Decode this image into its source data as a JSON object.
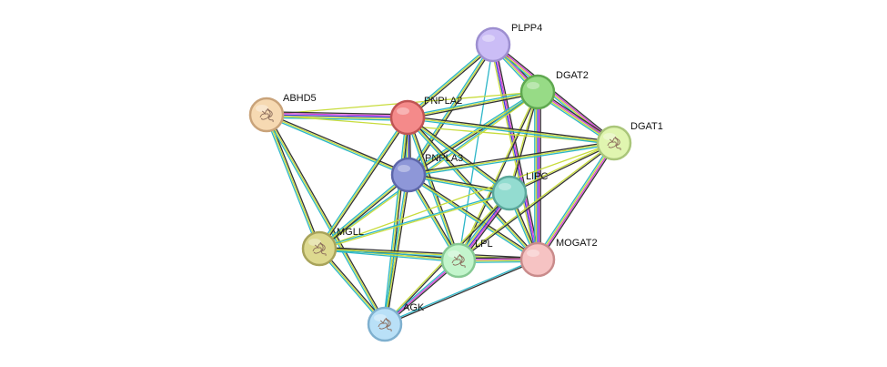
{
  "network": {
    "nodes": [
      {
        "id": "PLPP4",
        "label": "PLPP4",
        "fill": "#cbbdf6",
        "stroke": "#9d8fd0",
        "icon": "none"
      },
      {
        "id": "DGAT2",
        "label": "DGAT2",
        "fill": "#97db86",
        "stroke": "#5fa84f",
        "icon": "none"
      },
      {
        "id": "ABHD5",
        "label": "ABHD5",
        "fill": "#f6d9b2",
        "stroke": "#c9a37a",
        "icon": "protein-structure-icon"
      },
      {
        "id": "PNPLA2",
        "label": "PNPLA2",
        "fill": "#f48a8a",
        "stroke": "#c05454",
        "icon": "none"
      },
      {
        "id": "DGAT1",
        "label": "DGAT1",
        "fill": "#e0f5b0",
        "stroke": "#aac67a",
        "icon": "protein-structure-icon"
      },
      {
        "id": "PNPLA3",
        "label": "PNPLA3",
        "fill": "#8e97d8",
        "stroke": "#5c66aa",
        "icon": "none"
      },
      {
        "id": "LIPC",
        "label": "LIPC",
        "fill": "#93dcd0",
        "stroke": "#5aa89b",
        "icon": "none"
      },
      {
        "id": "MGLL",
        "label": "MGLL",
        "fill": "#ddd98f",
        "stroke": "#a8a35a",
        "icon": "protein-structure-icon"
      },
      {
        "id": "LPL",
        "label": "LPL",
        "fill": "#c3f5cc",
        "stroke": "#86c993",
        "icon": "protein-structure-icon"
      },
      {
        "id": "MOGAT2",
        "label": "MOGAT2",
        "fill": "#f6c3c3",
        "stroke": "#c98b8b",
        "icon": "none"
      },
      {
        "id": "AGK",
        "label": "AGK",
        "fill": "#b9e0f7",
        "stroke": "#7fb0cf",
        "icon": "protein-structure-icon"
      }
    ],
    "edges": [
      {
        "a": "PLPP4",
        "b": "DGAT2",
        "types": [
          "black",
          "magenta",
          "yellow",
          "cyan"
        ]
      },
      {
        "a": "PLPP4",
        "b": "DGAT1",
        "types": [
          "black",
          "magenta",
          "yellow",
          "cyan"
        ]
      },
      {
        "a": "PLPP4",
        "b": "PNPLA2",
        "types": [
          "black",
          "yellow",
          "cyan"
        ]
      },
      {
        "a": "PLPP4",
        "b": "PNPLA3",
        "types": [
          "black",
          "yellow",
          "cyan"
        ]
      },
      {
        "a": "PLPP4",
        "b": "MOGAT2",
        "types": [
          "black",
          "magenta",
          "blue",
          "yellow"
        ]
      },
      {
        "a": "PLPP4",
        "b": "LPL",
        "types": [
          "cyan"
        ]
      },
      {
        "a": "DGAT2",
        "b": "DGAT1",
        "types": [
          "black",
          "magenta",
          "yellow",
          "cyan"
        ]
      },
      {
        "a": "DGAT2",
        "b": "PNPLA2",
        "types": [
          "black",
          "yellow",
          "cyan"
        ]
      },
      {
        "a": "DGAT2",
        "b": "PNPLA3",
        "types": [
          "black",
          "yellow",
          "cyan"
        ]
      },
      {
        "a": "DGAT2",
        "b": "MOGAT2",
        "types": [
          "black",
          "magenta",
          "blue",
          "yellow",
          "cyan"
        ]
      },
      {
        "a": "DGAT2",
        "b": "LIPC",
        "types": [
          "black",
          "yellow"
        ]
      },
      {
        "a": "DGAT2",
        "b": "LPL",
        "types": [
          "black",
          "yellow"
        ]
      },
      {
        "a": "DGAT2",
        "b": "ABHD5",
        "types": [
          "yellow"
        ]
      },
      {
        "a": "DGAT2",
        "b": "MGLL",
        "types": [
          "yellow",
          "cyan"
        ]
      },
      {
        "a": "ABHD5",
        "b": "PNPLA2",
        "types": [
          "black",
          "magenta",
          "blue",
          "yellow",
          "cyan"
        ]
      },
      {
        "a": "ABHD5",
        "b": "PNPLA3",
        "types": [
          "black",
          "yellow",
          "cyan"
        ]
      },
      {
        "a": "ABHD5",
        "b": "MGLL",
        "types": [
          "black",
          "yellow",
          "cyan"
        ]
      },
      {
        "a": "ABHD5",
        "b": "AGK",
        "types": [
          "black",
          "yellow",
          "cyan"
        ]
      },
      {
        "a": "ABHD5",
        "b": "DGAT1",
        "types": [
          "yellow"
        ]
      },
      {
        "a": "PNPLA2",
        "b": "PNPLA3",
        "types": [
          "black",
          "blue",
          "yellow",
          "cyan"
        ]
      },
      {
        "a": "PNPLA2",
        "b": "DGAT1",
        "types": [
          "black",
          "yellow",
          "cyan"
        ]
      },
      {
        "a": "PNPLA2",
        "b": "LIPC",
        "types": [
          "black",
          "yellow",
          "cyan"
        ]
      },
      {
        "a": "PNPLA2",
        "b": "MOGAT2",
        "types": [
          "black",
          "yellow",
          "cyan"
        ]
      },
      {
        "a": "PNPLA2",
        "b": "LPL",
        "types": [
          "black",
          "yellow",
          "cyan"
        ]
      },
      {
        "a": "PNPLA2",
        "b": "MGLL",
        "types": [
          "black",
          "yellow",
          "cyan"
        ]
      },
      {
        "a": "PNPLA2",
        "b": "AGK",
        "types": [
          "black",
          "yellow",
          "cyan"
        ]
      },
      {
        "a": "PNPLA3",
        "b": "DGAT1",
        "types": [
          "black",
          "yellow",
          "cyan"
        ]
      },
      {
        "a": "PNPLA3",
        "b": "LIPC",
        "types": [
          "black",
          "yellow",
          "cyan"
        ]
      },
      {
        "a": "PNPLA3",
        "b": "LPL",
        "types": [
          "black",
          "yellow",
          "cyan"
        ]
      },
      {
        "a": "PNPLA3",
        "b": "MOGAT2",
        "types": [
          "black",
          "yellow",
          "cyan"
        ]
      },
      {
        "a": "PNPLA3",
        "b": "MGLL",
        "types": [
          "black",
          "yellow",
          "cyan"
        ]
      },
      {
        "a": "PNPLA3",
        "b": "AGK",
        "types": [
          "black",
          "yellow",
          "cyan"
        ]
      },
      {
        "a": "DGAT1",
        "b": "MOGAT2",
        "types": [
          "black",
          "magenta",
          "yellow",
          "cyan"
        ]
      },
      {
        "a": "DGAT1",
        "b": "LIPC",
        "types": [
          "black",
          "yellow"
        ]
      },
      {
        "a": "DGAT1",
        "b": "LPL",
        "types": [
          "black",
          "yellow"
        ]
      },
      {
        "a": "DGAT1",
        "b": "MGLL",
        "types": [
          "yellow"
        ]
      },
      {
        "a": "LIPC",
        "b": "LPL",
        "types": [
          "black",
          "magenta",
          "blue",
          "yellow",
          "cyan"
        ]
      },
      {
        "a": "LIPC",
        "b": "MOGAT2",
        "types": [
          "black",
          "yellow",
          "cyan"
        ]
      },
      {
        "a": "LIPC",
        "b": "MGLL",
        "types": [
          "yellow",
          "cyan"
        ]
      },
      {
        "a": "LIPC",
        "b": "AGK",
        "types": [
          "black",
          "yellow"
        ]
      },
      {
        "a": "MGLL",
        "b": "LPL",
        "types": [
          "black",
          "yellow",
          "cyan"
        ]
      },
      {
        "a": "MGLL",
        "b": "MOGAT2",
        "types": [
          "black",
          "yellow",
          "cyan"
        ]
      },
      {
        "a": "MGLL",
        "b": "AGK",
        "types": [
          "black",
          "yellow",
          "cyan"
        ]
      },
      {
        "a": "LPL",
        "b": "MOGAT2",
        "types": [
          "black",
          "magenta",
          "yellow",
          "cyan"
        ]
      },
      {
        "a": "LPL",
        "b": "AGK",
        "types": [
          "black",
          "magenta",
          "cyan"
        ]
      },
      {
        "a": "MOGAT2",
        "b": "AGK",
        "types": [
          "black",
          "cyan"
        ]
      }
    ],
    "edge_colors": {
      "black": "#333333",
      "magenta": "#d63cd6",
      "blue": "#3a3ad6",
      "yellow": "#c8dc3c",
      "cyan": "#2cb6c8"
    }
  }
}
